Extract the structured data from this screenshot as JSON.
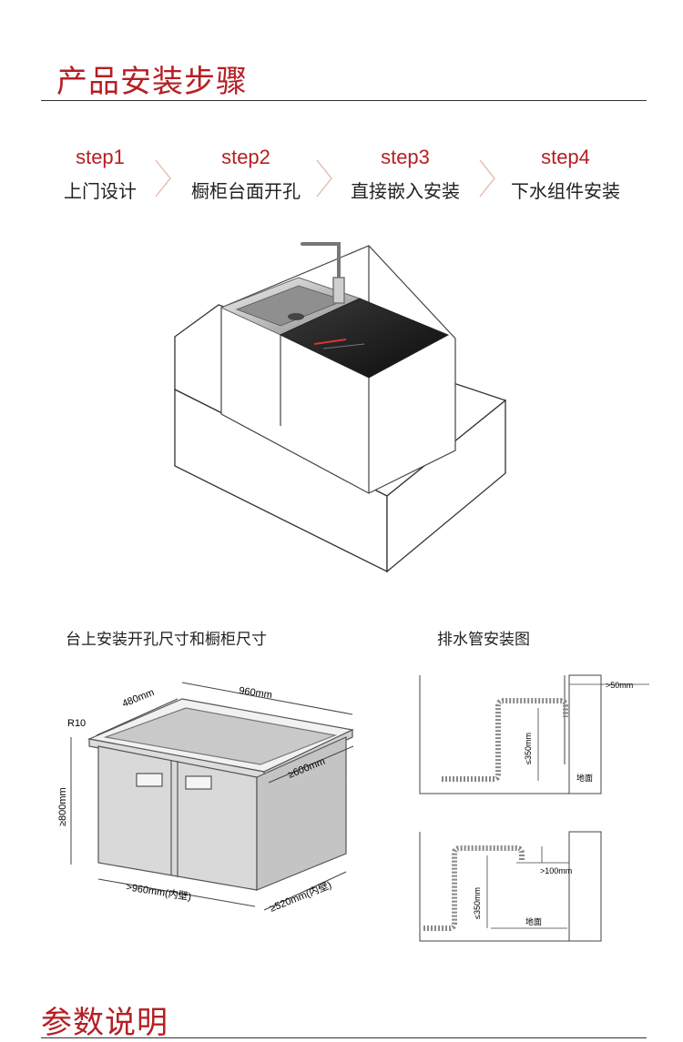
{
  "header": {
    "title": "产品安装步骤"
  },
  "steps": [
    {
      "num": "step1",
      "text": "上门设计"
    },
    {
      "num": "step2",
      "text": "橱柜台面开孔"
    },
    {
      "num": "step3",
      "text": "直接嵌入安装"
    },
    {
      "num": "step4",
      "text": "下水组件安装"
    }
  ],
  "cutout": {
    "title": "台上安装开孔尺寸和橱柜尺寸",
    "depth_label": "480mm",
    "width_label": "960mm",
    "radius_label": "R10",
    "height_label": "≥800mm",
    "side_depth_label": "≥600mm",
    "inner_width_label": ">960mm(内壁)",
    "inner_depth_label": "≥520mm(内壁)"
  },
  "drain": {
    "title": "排水管安装图",
    "top_offset": ">50mm",
    "top_height": "≤350mm",
    "top_floor": "地面",
    "bottom_offset": ">100mm",
    "bottom_height": "≤350mm",
    "bottom_floor": "地面"
  },
  "footer": {
    "title": "参数说明"
  },
  "colors": {
    "accent": "#b51f24"
  }
}
